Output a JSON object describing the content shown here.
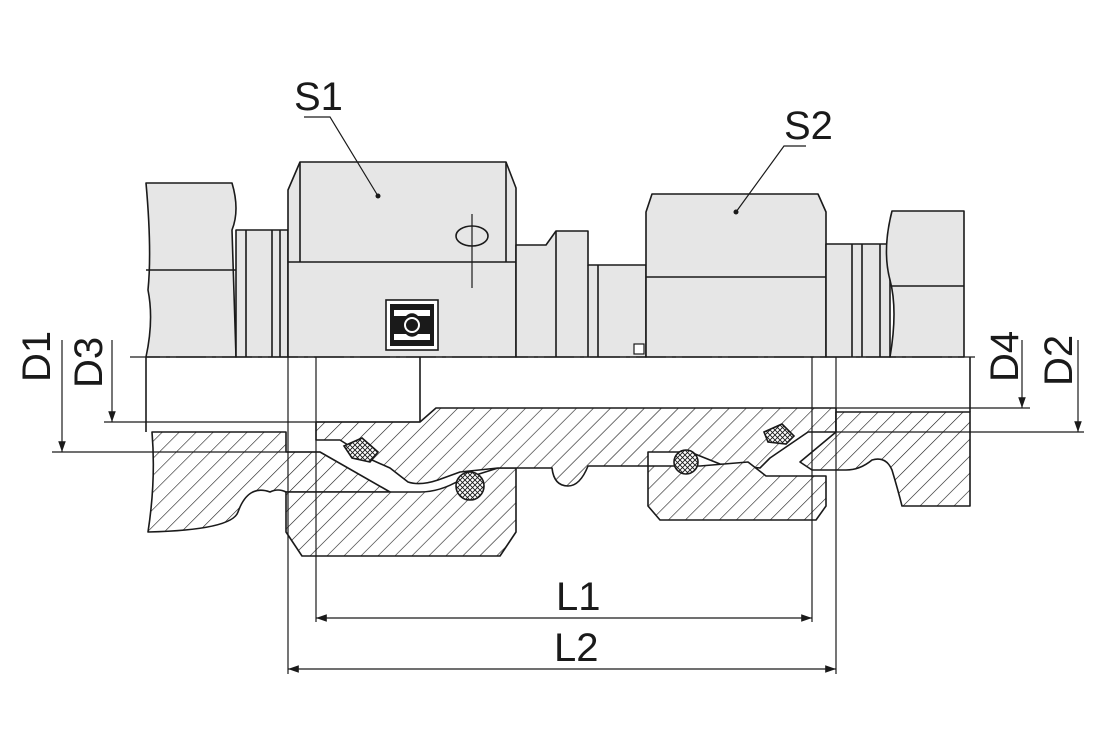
{
  "labels": {
    "s1": "S1",
    "s2": "S2",
    "d1": "D1",
    "d2": "D2",
    "d3": "D3",
    "d4": "D4",
    "l1": "L1",
    "l2": "L2"
  },
  "colors": {
    "line": "#1a1a1a",
    "body_fill": "#e6e6e6",
    "background": "#ffffff"
  },
  "icons": {
    "symbol": "check-valve-symbol-icon"
  }
}
